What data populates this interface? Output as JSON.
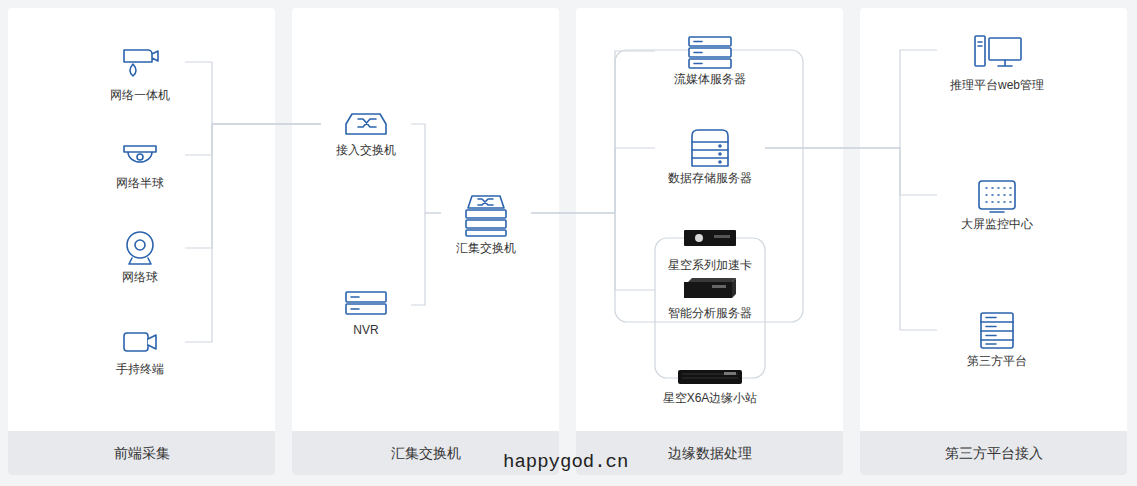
{
  "diagram": {
    "nodes": [
      {
        "text": [
          "前端采集"
        ]
      },
      {
        "text": [
          "网络一体机"
        ],
        "in": 0
      },
      {
        "text": [
          "网络半球"
        ],
        "in": 0
      },
      {
        "text": [
          "网络球"
        ],
        "in": 0
      },
      {
        "text": [
          "手持终端"
        ],
        "in": 0
      },
      {
        "text": [
          "汇集交换机"
        ]
      },
      {
        "text": [
          "接入交换机"
        ],
        "in": 5
      },
      {
        "text": [
          "NVR"
        ],
        "in": 5
      },
      {
        "text": [
          "汇集交换机"
        ],
        "in": 5
      },
      {
        "text": [
          "边缘数据处理"
        ]
      },
      {
        "text": [
          "流媒体服务器"
        ],
        "in": 9
      },
      {
        "text": [
          "数据存储服务器"
        ],
        "in": 9
      },
      {
        "text": [
          "星空系列加速卡"
        ],
        "in": 9
      },
      {
        "text": [
          "智能分析服务器"
        ],
        "in": 9
      },
      {
        "text": [
          "星空X6A边缘小站"
        ],
        "in": 9
      },
      {
        "text": [
          "第三方平台接入"
        ]
      },
      {
        "text": [
          "推理平台web管理"
        ],
        "in": 15
      },
      {
        "text": [
          "大屏监控中心"
        ],
        "in": 15
      },
      {
        "text": [
          "第三方平台"
        ],
        "in": 15
      }
    ],
    "edges": [
      {
        "from": 1,
        "to": 6,
        "arrow": "none"
      },
      {
        "from": 2,
        "to": 6,
        "arrow": "none"
      },
      {
        "from": 3,
        "to": 6,
        "arrow": "none"
      },
      {
        "from": 4,
        "to": 6,
        "arrow": "none"
      },
      {
        "from": 6,
        "to": 8,
        "arrow": "none"
      },
      {
        "from": 7,
        "to": 8,
        "arrow": "none"
      },
      {
        "from": 8,
        "to": 10,
        "arrow": "none"
      },
      {
        "from": 8,
        "to": 11,
        "arrow": "none"
      },
      {
        "from": 8,
        "to": 13,
        "arrow": "none"
      },
      {
        "from": 11,
        "to": 16,
        "arrow": "none"
      },
      {
        "from": 11,
        "to": 17,
        "arrow": "none"
      },
      {
        "from": 11,
        "to": 18,
        "arrow": "none"
      }
    ],
    "labels": [
      "happygod.cn"
    ]
  }
}
